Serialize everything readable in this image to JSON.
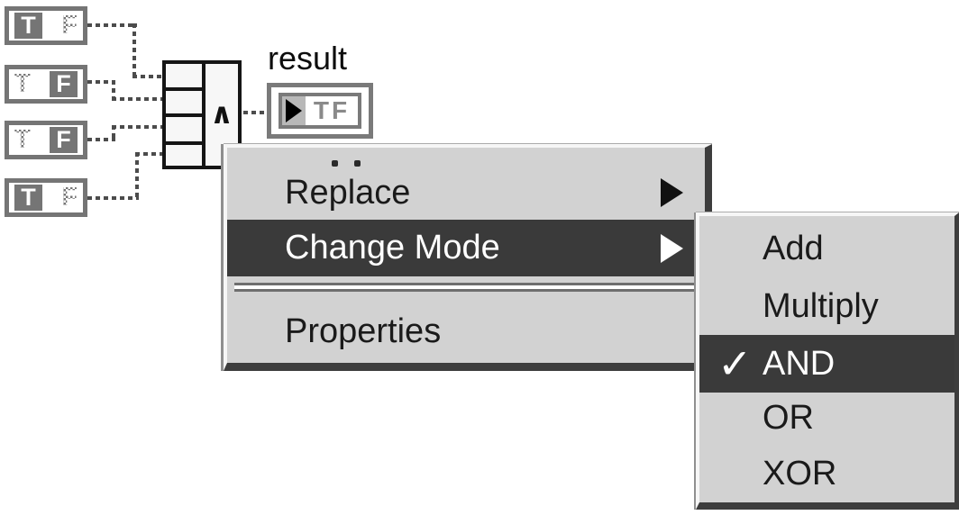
{
  "window": {
    "background": "#ffffff"
  },
  "block_diagram": {
    "boolean_constants": [
      {
        "left_letter": "T",
        "right_letter": "F",
        "value": "T",
        "solid_side": "left"
      },
      {
        "left_letter": "T",
        "right_letter": "F",
        "value": "F",
        "solid_side": "right"
      },
      {
        "left_letter": "T",
        "right_letter": "F",
        "value": "F",
        "solid_side": "right"
      },
      {
        "left_letter": "T",
        "right_letter": "F",
        "value": "T",
        "solid_side": "left"
      }
    ],
    "compound_node": {
      "operator_symbol": "∧",
      "operator_name": "AND",
      "input_count": 4
    },
    "result_indicator": {
      "label": "result",
      "terminal_text": "TF"
    }
  },
  "context_menu": {
    "items": [
      {
        "label": "Replace",
        "has_submenu": true,
        "highlighted": false
      },
      {
        "label": "Change Mode",
        "has_submenu": true,
        "highlighted": true
      },
      {
        "label": "Properties",
        "has_submenu": false,
        "highlighted": false
      }
    ]
  },
  "change_mode_submenu": {
    "checkmark_glyph": "✓",
    "checked_item": "AND",
    "items": [
      {
        "label": "Add",
        "checked": false,
        "highlighted": false
      },
      {
        "label": "Multiply",
        "checked": false,
        "highlighted": false
      },
      {
        "label": "AND",
        "checked": true,
        "highlighted": true
      },
      {
        "label": "OR",
        "checked": false,
        "highlighted": false
      },
      {
        "label": "XOR",
        "checked": false,
        "highlighted": false
      }
    ]
  },
  "colors": {
    "menu_background": "#d2d2d2",
    "menu_highlight_background": "#3a3a3a",
    "menu_text": "#1a1a1a",
    "menu_highlight_text": "#ffffff",
    "terminal_gray": "#757575",
    "terminal_dim_text": "#8a8a8a",
    "wire_gray": "#4c4c4c",
    "node_border": "#151515"
  }
}
